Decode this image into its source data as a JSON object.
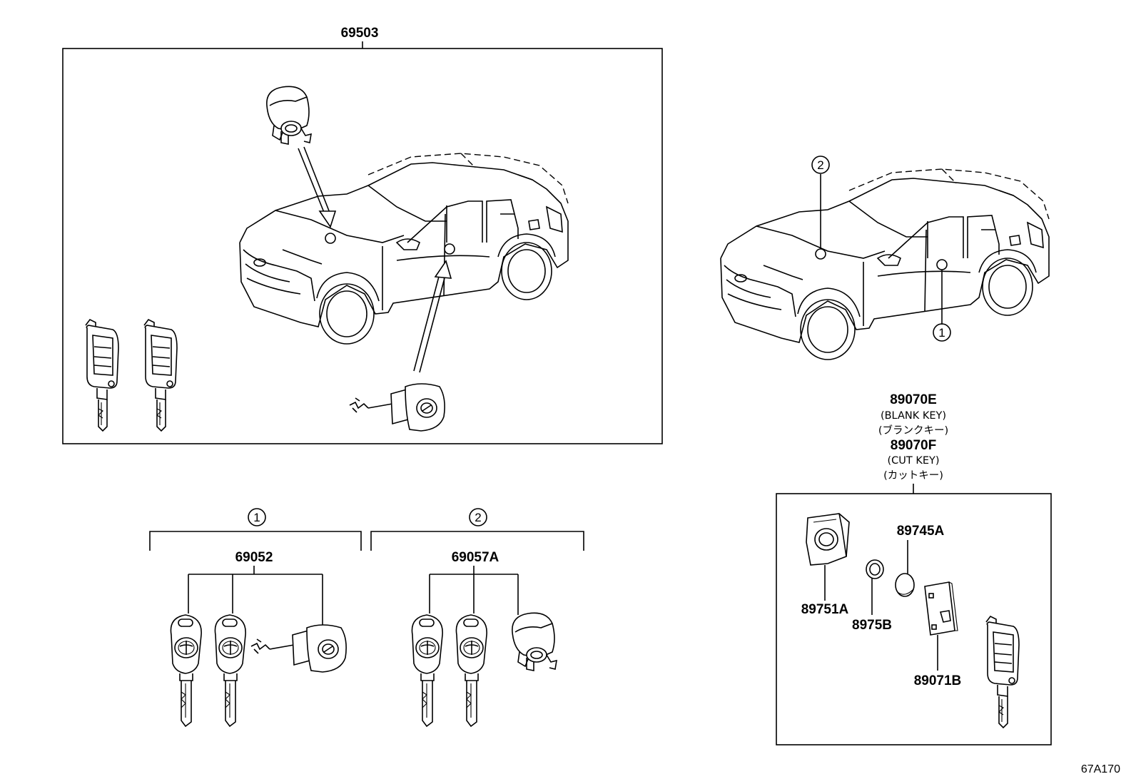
{
  "callouts": {
    "assembly_main": "69503",
    "set_1": "69052",
    "set_2": "69057A",
    "key_blank": "89070E",
    "key_blank_note_en": "(BLANK KEY)",
    "key_blank_note_jp": "(ブランクキー)",
    "key_cut": "89070F",
    "key_cut_note_en": "(CUT KEY)",
    "key_cut_note_jp": "(カットキー)",
    "case_cover": "89751A",
    "button_pad": "8975B",
    "battery": "89745A",
    "transmitter_board": "89071B"
  },
  "markers": {
    "one": "1",
    "two": "2"
  },
  "illustration_code": "67A170"
}
